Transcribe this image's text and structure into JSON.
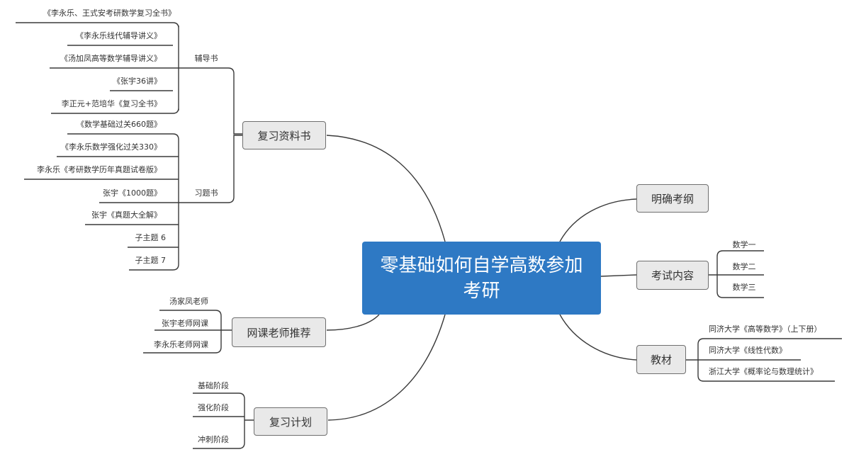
{
  "central": "零基础如何自学高数参加考研",
  "left": {
    "books": {
      "label": "复习资料书",
      "tutoring": {
        "label": "辅导书",
        "items": [
          "《李永乐、王式安考研数学复习全书》",
          "《李永乐线代辅导讲义》",
          "《汤加凤高等数学辅导讲义》",
          "《张宇36讲》",
          "李正元+范培华《复习全书》"
        ]
      },
      "exercises": {
        "label": "习题书",
        "items": [
          "《数学基础过关660题》",
          "《李永乐数学强化过关330》",
          "李永乐《考研数学历年真题试卷版》",
          "张宇《1000题》",
          "张宇《真题大全解》",
          "子主题 6",
          "子主题 7"
        ]
      }
    },
    "teachers": {
      "label": "网课老师推荐",
      "items": [
        "汤家凤老师",
        "张宇老师网课",
        "李永乐老师网课"
      ]
    },
    "plan": {
      "label": "复习计划",
      "items": [
        "基础阶段",
        "强化阶段",
        "冲刺阶段"
      ]
    }
  },
  "right": {
    "outline": {
      "label": "明确考纲"
    },
    "content": {
      "label": "考试内容",
      "items": [
        "数学一",
        "数学二",
        "数学三"
      ]
    },
    "textbooks": {
      "label": "教材",
      "items": [
        "同济大学《高等数学》（上下册）",
        "同济大学《线性代数》",
        "浙江大学《概率论与数理统计》"
      ]
    }
  }
}
